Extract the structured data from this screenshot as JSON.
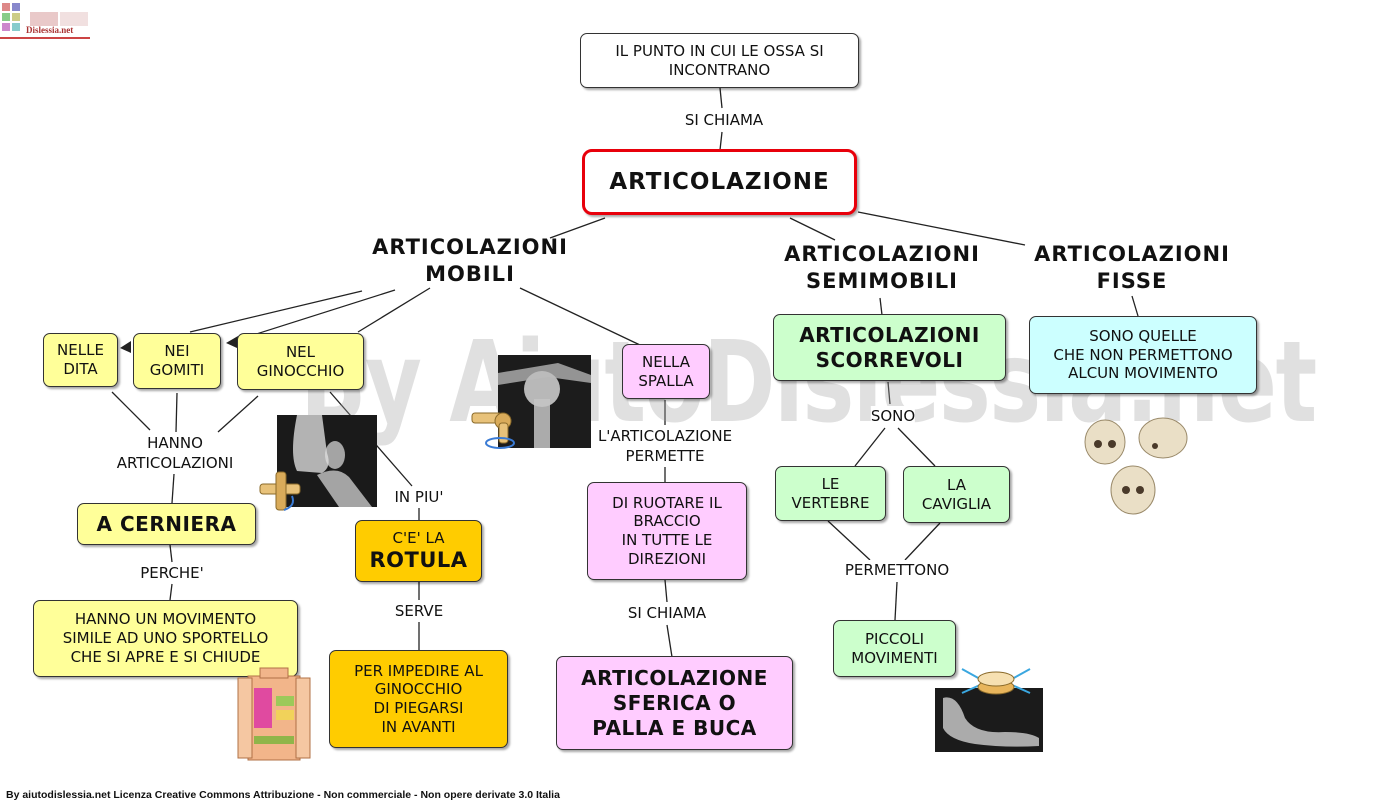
{
  "logo": {
    "text": "Dislessia.net"
  },
  "watermark": "By AiutoDislessia.net",
  "footer": "By aiutodislessia.net Licenza Creative Commons Attribuzione - Non commerciale - Non opere derivate 3.0 Italia",
  "nodes": {
    "punto": "IL PUNTO IN CUI LE OSSA SI\nINCONTRANO",
    "articolazione": "ARTICOLAZIONE",
    "nelle_dita": "NELLE\nDITA",
    "nei_gomiti": "NEI\nGOMITI",
    "nel_ginocchio": "NEL\nGINOCCHIO",
    "nella_spalla": "NELLA\nSPALLA",
    "a_cerniera": "A CERNIERA",
    "hanno_movimento": "HANNO UN MOVIMENTO\nSIMILE AD UNO SPORTELLO\nCHE SI APRE E SI CHIUDE",
    "rotula_top": "C'E' LA",
    "rotula_bottom": "ROTULA",
    "impedire": "PER IMPEDIRE AL\nGINOCCHIO\nDI PIEGARSI\nIN AVANTI",
    "ruotare": "DI RUOTARE IL\nBRACCIO\nIN TUTTE LE\nDIREZIONI",
    "sferica": "ARTICOLAZIONE\nSFERICA O\nPALLA E BUCA",
    "scorrevoli": "ARTICOLAZIONI\nSCORREVOLI",
    "vertebre": "LE\nVERTEBRE",
    "caviglia": "LA\nCAVIGLIA",
    "piccoli": "PICCOLI\nMOVIMENTI",
    "fisse_desc": "SONO QUELLE\nCHE NON PERMETTONO\nALCUN MOVIMENTO"
  },
  "headings": {
    "mobili": "ARTICOLAZIONI\nMOBILI",
    "semimobili": "ARTICOLAZIONI\nSEMIMOBILI",
    "fisse": "ARTICOLAZIONI\nFISSE"
  },
  "labels": {
    "si_chiama_top": "SI CHIAMA",
    "hanno_articolazioni": "HANNO\nARTICOLAZIONI",
    "perche": "PERCHE'",
    "in_piu": "IN PIU'",
    "serve": "SERVE",
    "permette": "L'ARTICOLAZIONE\nPERMETTE",
    "si_chiama_bottom": "SI CHIAMA",
    "sono": "SONO",
    "permettono": "PERMETTONO"
  },
  "colors": {
    "root_border": "#e8000b",
    "yellow": "#ffff99",
    "gold": "#ffcc00",
    "pink": "#ffccff",
    "green": "#ccffcc",
    "cyan": "#ccffff"
  },
  "icons": [
    "knee-xray-icon",
    "shoulder-xray-icon",
    "foot-xray-icon",
    "skulls-icon",
    "wardrobe-icon",
    "hinge-icon",
    "ball-joint-icon",
    "gliding-disc-icon"
  ]
}
